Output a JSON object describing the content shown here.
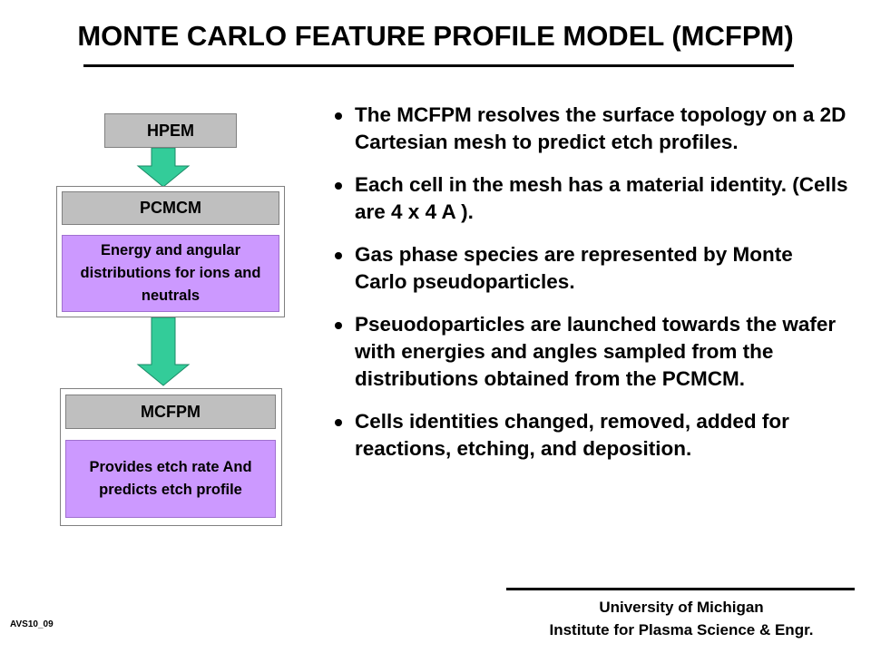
{
  "title": "MONTE CARLO FEATURE PROFILE MODEL (MCFPM)",
  "diagram": {
    "hpem_label": "HPEM",
    "pcmcm_label": "PCMCM",
    "pcmcm_desc": "Energy and angular distributions for ions and neutrals",
    "mcfpm_label": "MCFPM",
    "mcfpm_desc": "Provides etch rate And predicts etch profile",
    "box_fill": "#cc99ff",
    "label_fill": "#bfbfbf",
    "arrow_fill": "#33cc99"
  },
  "bullets": [
    "The MCFPM resolves the surface topology on a 2D Cartesian mesh to predict  etch profiles.",
    "Each cell in the mesh has a material identity. (Cells are 4 x 4 A ).",
    "Gas phase species are represented by Monte Carlo pseudoparticles.",
    "Pseuodoparticles are launched towards the wafer with energies and angles sampled from the distributions obtained from the PCMCM.",
    "Cells identities changed, removed, added for reactions, etching, and deposition."
  ],
  "footer": {
    "line1": "University of Michigan",
    "line2": "Institute for Plasma Science & Engr."
  },
  "slide_id": "AVS10_09"
}
